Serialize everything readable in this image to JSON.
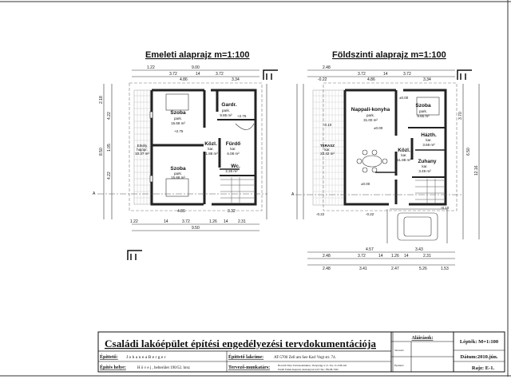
{
  "upper_plan": {
    "title": "Emeleti  alaprajz  m=1:100",
    "rooms": [
      {
        "name": "Szoba",
        "floor": "park.",
        "area": "15.68 m²"
      },
      {
        "name": "Gardr.",
        "floor": "park.",
        "area": "9.85 m²"
      },
      {
        "name": "Közl.",
        "floor": "kar.",
        "area": "11.88 m²"
      },
      {
        "name": "Fürdő",
        "floor": "kar.",
        "area": "6.08 m²"
      },
      {
        "name": "Wc.",
        "floor": "kar.",
        "area": "2.26 m²"
      },
      {
        "name": "Szoba",
        "floor": "park.",
        "area": "15.68 m²"
      },
      {
        "name": "Erkély",
        "floor": "hajópr.",
        "area": "10.37 m²"
      }
    ],
    "levels": [
      "+2.75",
      "+2.75"
    ],
    "dims_top": [
      "1.22",
      "3.72",
      "14",
      "3.72",
      "4.86",
      "3.34",
      "9.00"
    ],
    "dims_bottom": [
      "1.22",
      "3.72",
      "14",
      "1.26",
      "14",
      "2.31",
      "4.86",
      "3.32",
      "9.50"
    ],
    "dims_left": [
      "2.18",
      "4.22",
      "1.05",
      "4.22",
      "8.50"
    ],
    "section_mark": "A"
  },
  "ground_plan": {
    "title": "Földszinti  alaprajz  m=1:100",
    "rooms": [
      {
        "name": "Nappali-konyha",
        "floor": "park.",
        "area": "31.00 m²"
      },
      {
        "name": "Szoba",
        "floor": "park.",
        "area": "9.85 m²"
      },
      {
        "name": "Házth.",
        "floor": "kar.",
        "area": "3.69 m²"
      },
      {
        "name": "Közl.",
        "floor": "kar.",
        "area": "11.88 m²"
      },
      {
        "name": "Zuhany",
        "floor": "kar.",
        "area": "3.49 m²"
      },
      {
        "name": "TERASZ",
        "floor": "kar.",
        "area": "22.42 m²"
      }
    ],
    "levels": [
      "±0.00",
      "±0.00",
      "±0.00",
      "-0.10",
      "-0.22",
      "-0.22",
      "-0.10"
    ],
    "dims_top": [
      "2.48",
      "3.72",
      "14",
      "3.72",
      "4.86",
      "3.34",
      "-0.22"
    ],
    "dims_bottom": [
      "4.57",
      "3.43",
      "2.48",
      "3.72",
      "14",
      "1.26",
      "14",
      "2.31",
      "2.48",
      "3.41",
      "2.47",
      "5.26",
      "1.53"
    ],
    "dims_right": [
      "3.70",
      "12.16",
      "6.50"
    ],
    "section_mark": "A"
  },
  "title_block": {
    "project_title": "Családi  lakóépület építési  engedélyezési   tervdokumentációja",
    "builder_label": "Építtető:",
    "builder_value": "J o h a n n a    B e r g e r",
    "site_label": "Építés helye:",
    "site_value": "H ö v e j ,  belterület  190/52. hrsz",
    "builder_address_label": "Építtető lakcíme:",
    "builder_address_value": "AT-5700   Zell am See    Karl  Vogt str. 74.",
    "designer_label": "Tervező-munkatárs:",
    "designer_value_1": "Horváth  Tibor Fertőszentmiklós, Virágvölgy u 15.  Tsz.: E-3/08-226",
    "designer_value_2": "Farádi  Tamás  Kapuvár,  Alsótanyi út 24/5  Tsz.: ÉK/08-7045",
    "signatures_label": "Aláírások:",
    "designer_sig_label": "Tervező:",
    "builder_sig_label": "Építtető:",
    "scale": "Lépték: M=1:100",
    "date": "Dátum:2010.jún.",
    "drawing_no": "Rajz:  E-1."
  }
}
